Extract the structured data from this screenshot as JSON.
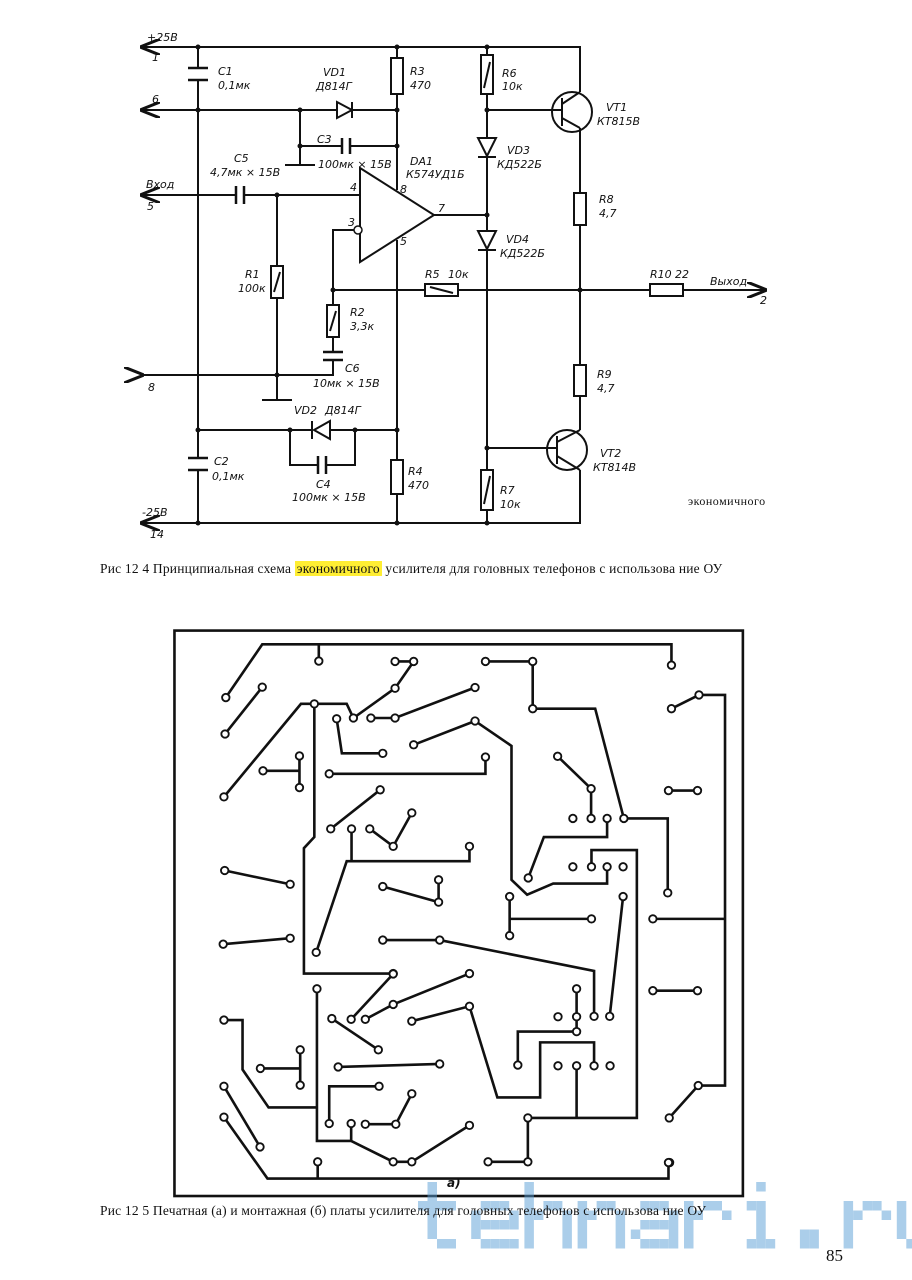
{
  "schematic": {
    "pins": {
      "p1_label": "+25В",
      "p1": "1",
      "p6": "6",
      "p5_label": "Вход",
      "p5": "5",
      "p8": "8",
      "p14_label": "-25В",
      "p14": "14",
      "p2_label": "Выход",
      "p2": "2"
    },
    "components": {
      "C1": {
        "ref": "C1",
        "value": "0,1мк"
      },
      "VD1": {
        "ref": "VD1",
        "value": "Д814Г"
      },
      "R3": {
        "ref": "R3",
        "value": "470"
      },
      "C3": {
        "ref": "C3",
        "value": "100мк × 15В"
      },
      "C5": {
        "ref": "C5",
        "value": "4,7мк × 15В"
      },
      "DA1": {
        "ref": "DA1",
        "value": "К574УД1Б"
      },
      "R1": {
        "ref": "R1",
        "value": "100к"
      },
      "R2": {
        "ref": "R2",
        "value": "3,3к"
      },
      "C6": {
        "ref": "C6",
        "value": "10мк × 15В"
      },
      "VD2": {
        "ref": "VD2",
        "value": "Д814Г"
      },
      "C4": {
        "ref": "C4",
        "value": "100мк × 15В"
      },
      "C2": {
        "ref": "C2",
        "value": "0,1мк"
      },
      "R4": {
        "ref": "R4",
        "value": "470"
      },
      "R5": {
        "ref": "R5",
        "value": "10к"
      },
      "R6": {
        "ref": "R6",
        "value": "10к"
      },
      "VD3": {
        "ref": "VD3",
        "value": "КД522Б"
      },
      "VD4": {
        "ref": "VD4",
        "value": "КД522Б"
      },
      "VT1": {
        "ref": "VT1",
        "value": "КТ815В"
      },
      "R8": {
        "ref": "R8",
        "value": "4,7"
      },
      "R9": {
        "ref": "R9",
        "value": "4,7"
      },
      "VT2": {
        "ref": "VT2",
        "value": "КТ814В"
      },
      "R7": {
        "ref": "R7",
        "value": "10к"
      },
      "R10": {
        "ref": "R10",
        "value": "22"
      }
    },
    "opamp_pins": {
      "in_plus": "4",
      "in_minus": "3",
      "vplus": "8",
      "vminus": "5",
      "out": "7"
    },
    "search_word": "экономичного"
  },
  "caption_124": {
    "prefix": "Рис 12 4 Принципиальная схема",
    "highlight": "экономичного",
    "suffix": "усилителя для головных телефонов с использова ние ОУ",
    "highlight_color": "#ffee33"
  },
  "pcb": {
    "sublabel": "а)"
  },
  "caption_125": {
    "text": "Рис 12 5 Печатная (а) и монтажная (б) платы усилителя для головных телефонов с использова ние ОУ"
  },
  "page_number": "85",
  "watermark": {
    "text": "tehnari.ru",
    "color": "#5a9fd6"
  }
}
